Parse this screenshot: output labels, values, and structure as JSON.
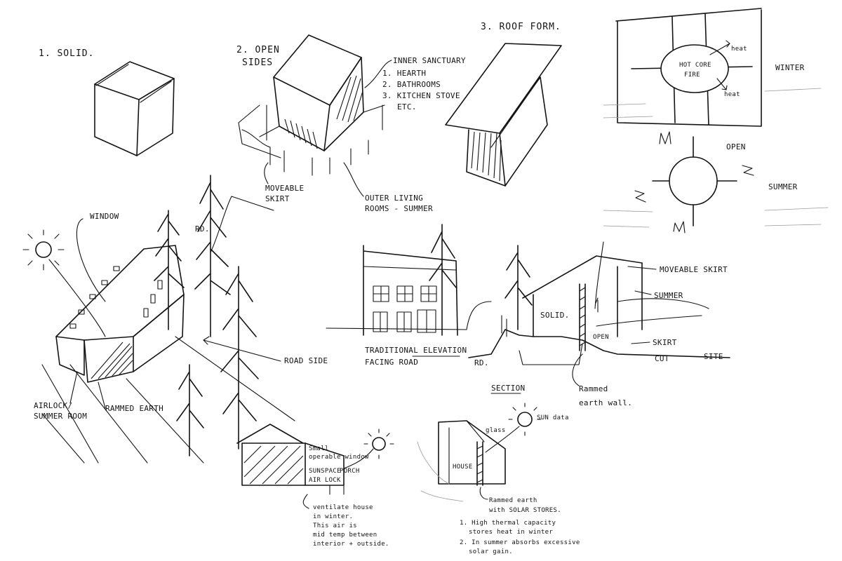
{
  "sketch1": {
    "title": "1. SOLID."
  },
  "sketch2": {
    "title_line1": "2. OPEN",
    "title_line2": "SIDES",
    "inner_label": "INNER SANCTUARY",
    "inner_items": [
      "1. HEARTH",
      "2. BATHROOMS",
      "3. KITCHEN STOVE",
      "ETC."
    ],
    "skirt_line1": "MOVEABLE",
    "skirt_line2": "SKIRT",
    "outer_line1": "OUTER LIVING",
    "outer_line2": "ROOMS - SUMMER"
  },
  "sketch3": {
    "title": "3. ROOF FORM."
  },
  "winter": {
    "core_line1": "HOT CORE",
    "core_line2": "FIRE",
    "heat_label_1": "heat",
    "heat_label_2": "heat",
    "season_label": "WINTER"
  },
  "summer": {
    "open_label": "OPEN",
    "season_label": "SUMMER"
  },
  "perspective": {
    "window_label": "WINDOW",
    "rd_label": "RD.",
    "road_side_label": "ROAD SIDE",
    "airlock_line1": "AIRLOCK/",
    "airlock_line2": "SUMMER ROOM",
    "rammed_label": "RAMMED EARTH"
  },
  "elevation": {
    "label_line1": "TRADITIONAL ELEVATION",
    "label_line2": "FACING ROAD"
  },
  "section_main": {
    "moveable_skirt": "MOVEABLE SKIRT",
    "summer": "SUMMER",
    "solid": "SOLID.",
    "open": "OPEN",
    "skirt": "SKIRT",
    "cut": "CUT",
    "site": "SITE",
    "rd": "RD.",
    "rammed_line1": "Rammed",
    "rammed_line2": "earth wall."
  },
  "section_title": "SECTION",
  "bottom_left": {
    "window_line1": "Small",
    "window_line2": "operable window",
    "sunspace_line1": "SUNSPACE",
    "sunspace_line2": "AIR LOCK",
    "porch": "PORCH",
    "note_lines": [
      "ventilate house",
      "in winter.",
      "This air is",
      "mid temp between",
      "interior + outside."
    ]
  },
  "bottom_right": {
    "glass": "glass",
    "sun_label": "SUN data",
    "house": "HOUSE",
    "rammed_line1": "Rammed earth",
    "rammed_line2": "with SOLAR STORES.",
    "note_lines": [
      "1. High thermal capacity",
      "stores heat in winter",
      "2. In summer absorbs excessive",
      "solar gain."
    ]
  }
}
